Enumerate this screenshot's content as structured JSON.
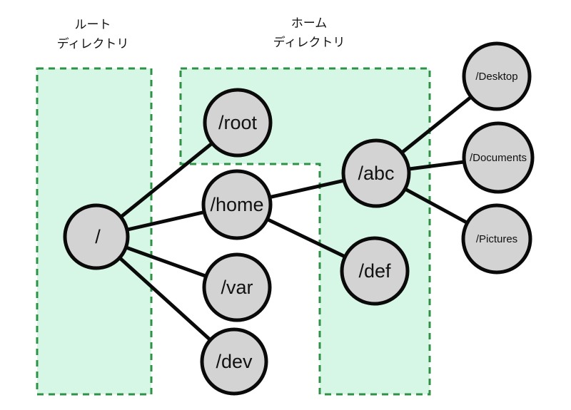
{
  "diagram": {
    "type": "tree",
    "description_colors": {
      "region_fill": "#d6f7e5",
      "region_border": "#2e9145",
      "node_fill": "#d3d3d3",
      "node_border": "#0a0a0a",
      "edge": "#0a0a0a",
      "text": "#111111",
      "background": "#ffffff"
    },
    "regions": [
      {
        "id": "root-directory",
        "title_line1": "ルート",
        "title_line2": "ディレクトリ"
      },
      {
        "id": "home-directory",
        "title_line1": "ホーム",
        "title_line2": "ディレクトリ"
      }
    ],
    "nodes": {
      "root": {
        "label": "/"
      },
      "root_dir": {
        "label": "/root"
      },
      "home": {
        "label": "/home"
      },
      "var": {
        "label": "/var"
      },
      "dev": {
        "label": "/dev"
      },
      "abc": {
        "label": "/abc"
      },
      "def": {
        "label": "/def"
      },
      "desktop": {
        "label": "/Desktop"
      },
      "documents": {
        "label": "/Documents"
      },
      "pictures": {
        "label": "/Pictures"
      }
    },
    "edges": [
      {
        "from": "/",
        "to": "/root"
      },
      {
        "from": "/",
        "to": "/home"
      },
      {
        "from": "/",
        "to": "/var"
      },
      {
        "from": "/",
        "to": "/dev"
      },
      {
        "from": "/home",
        "to": "/abc"
      },
      {
        "from": "/home",
        "to": "/def"
      },
      {
        "from": "/abc",
        "to": "/Desktop"
      },
      {
        "from": "/abc",
        "to": "/Documents"
      },
      {
        "from": "/abc",
        "to": "/Pictures"
      }
    ]
  }
}
